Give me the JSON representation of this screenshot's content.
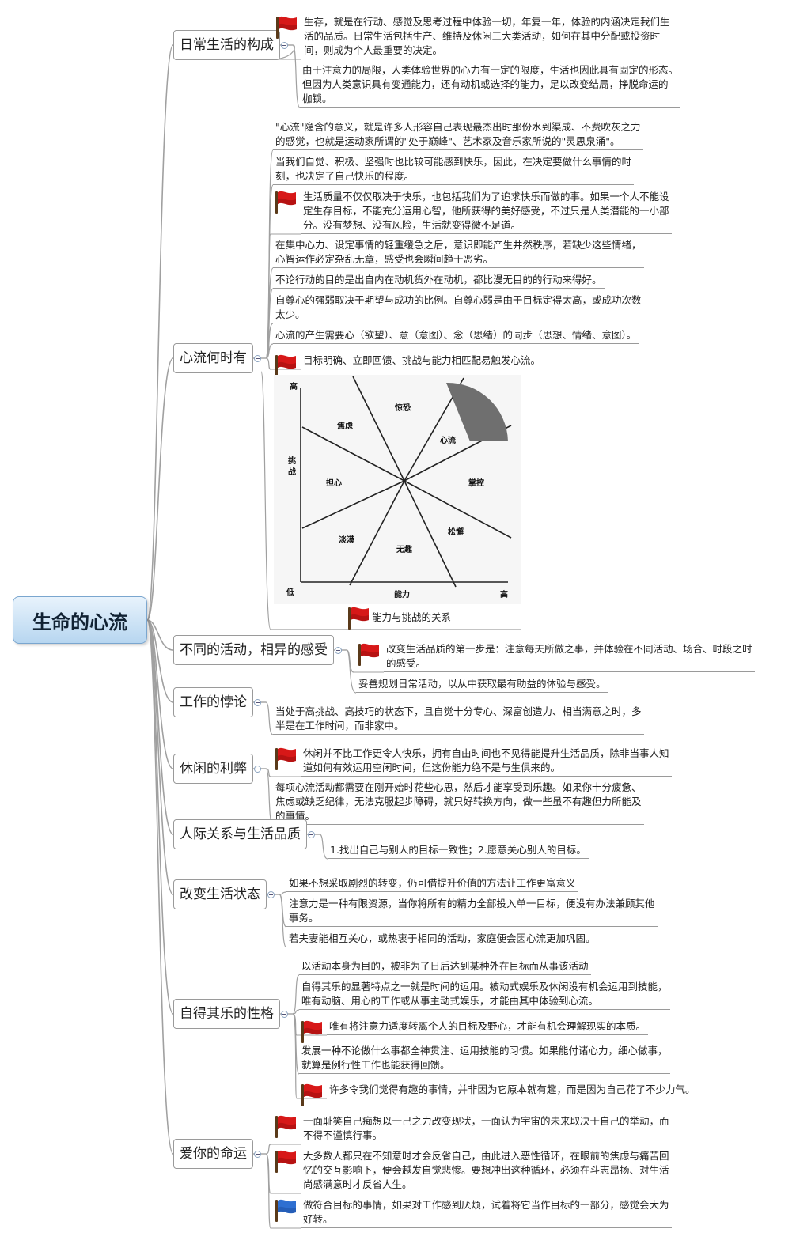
{
  "root": "生命的心流",
  "branches": [
    {
      "title": "日常生活的构成",
      "leaves": [
        {
          "lines": [
            "生存，就是在行动、感觉及思考过程中体验一切，年复一年，体验的内涵决定我们生",
            "活的品质。日常生活包括生产、维持及休闲三大类活动，如何在其中分配或投资时",
            "间，则成为个人最重要的决定。"
          ]
        },
        {
          "lines": [
            "由于注意力的局限，人类体验世界的心力有一定的限度，生活也因此具有固定的形态。",
            "但因为人类意识具有变通能力，还有动机或选择的能力，足以改变结局，挣脱命运的",
            "枷锁。"
          ]
        }
      ]
    },
    {
      "title": "心流何时有",
      "leaves": [
        {
          "lines": [
            "\"心流\"隐含的意义，就是许多人形容自己表现最杰出时那份水到渠成、不费吹灰之力",
            "的感觉，也就是运动家所谓的\"处于巅峰\"、艺术家及音乐家所说的\"灵思泉涌\"。"
          ]
        },
        {
          "lines": [
            "当我们自觉、积极、坚强时也比较可能感到快乐，因此，在决定要做什么事情的时",
            "刻，也决定了自己快乐的程度。"
          ]
        },
        {
          "lines": [
            "生活质量不仅仅取决于快乐，也包括我们为了追求快乐而做的事。如果一个人不能设",
            "定生存目标，不能充分运用心智，他所获得的美好感受，不过只是人类潜能的一小部",
            "分。没有梦想、没有风险，生活就变得微不足道。"
          ]
        },
        {
          "lines": [
            "在集中心力、设定事情的轻重缓急之后，意识即能产生井然秩序，若缺少这些情绪，",
            "心智运作必定杂乱无章，感受也会瞬间趋于恶劣。"
          ]
        },
        {
          "lines": [
            "不论行动的目的是出自内在动机货外在动机，都比漫无目的的行动来得好。"
          ]
        },
        {
          "lines": [
            "自尊心的强弱取决于期望与成功的比例。自尊心弱是由于目标定得太高，或成功次数",
            "太少。"
          ]
        },
        {
          "lines": [
            "心流的产生需要心（欲望）、意（意图）、念（思绪）的同步（思想、情绪、意图）。"
          ]
        },
        {
          "lines": [
            "目标明确、立即回馈、挑战与能力相匹配易触发心流。"
          ]
        }
      ]
    },
    {
      "title": "不同的活动，相异的感受",
      "leaves": [
        {
          "lines": [
            "改变生活品质的第一步是：注意每天所做之事，并体验在不同活动、场合、时段之时",
            "的感受。"
          ]
        },
        {
          "lines": [
            "妥善规划日常活动，以从中获取最有助益的体验与感受。"
          ]
        }
      ]
    },
    {
      "title": "工作的悖论",
      "leaves": [
        {
          "lines": [
            "当处于高挑战、高技巧的状态下，且自觉十分专心、深富创造力、相当满意之时，多",
            "半是在工作时间，而非家中。"
          ]
        }
      ]
    },
    {
      "title": "休闲的利弊",
      "leaves": [
        {
          "lines": [
            "休闲并不比工作更令人快乐，拥有自由时间也不见得能提升生活品质，除非当事人知",
            "道如何有效运用空闲时间，但这份能力绝不是与生俱来的。"
          ]
        },
        {
          "lines": [
            "每项心流活动都需要在刚开始时花些心思，然后才能享受到乐趣。如果你十分疲惫、",
            "焦虑或缺乏纪律，无法克服起步障碍，就只好转换方向，做一些虽不有趣但力所能及",
            "的事情。"
          ]
        }
      ]
    },
    {
      "title": "人际关系与生活品质",
      "leaves": [
        {
          "lines": [
            "1.找出自己与别人的目标一致性；2.愿意关心别人的目标。"
          ]
        }
      ]
    },
    {
      "title": "改变生活状态",
      "leaves": [
        {
          "lines": [
            "如果不想采取剧烈的转变，仍可借提升价值的方法让工作更富意义"
          ]
        },
        {
          "lines": [
            "注意力是一种有限资源，当你将所有的精力全部投入单一目标，便没有办法兼顾其他",
            "事务。"
          ]
        },
        {
          "lines": [
            "若夫妻能相互关心，或热衷于相同的活动，家庭便会因心流更加巩固。"
          ]
        }
      ]
    },
    {
      "title": "自得其乐的性格",
      "leaves": [
        {
          "lines": [
            "以活动本身为目的，被非为了日后达到某种外在目标而从事该活动"
          ]
        },
        {
          "lines": [
            "自得其乐的显著特点之一就是时间的运用。被动式娱乐及休闲没有机会运用到技能，",
            "唯有动脑、用心的工作或从事主动式娱乐，才能由其中体验到心流。"
          ]
        },
        {
          "lines": [
            "唯有将注意力适度转离个人的目标及野心，才能有机会理解现实的本质。"
          ]
        },
        {
          "lines": [
            "发展一种不论做什么事都全神贯注、运用技能的习惯。如果能付诸心力，细心做事，",
            "就算是例行性工作也能获得回馈。"
          ]
        },
        {
          "lines": [
            "许多令我们觉得有趣的事情，并非因为它原本就有趣，而是因为自己花了不少力气。"
          ]
        }
      ]
    },
    {
      "title": "爱你的命运",
      "leaves": [
        {
          "lines": [
            "一面耻笑自己痴想以一己之力改变现状，一面认为宇宙的未来取决于自己的举动，而",
            "不得不谨慎行事。"
          ]
        },
        {
          "lines": [
            "大多数人都只在不知意时才会反省自己，由此进入恶性循环，在眼前的焦虑与痛苦回",
            "忆的交互影响下，便会越发自觉悲惨。要想冲出这种循环，必须在斗志昂扬、对生活",
            "尚感满意时才反省人生。"
          ]
        },
        {
          "lines": [
            "做符合目标的事情，如果对工作感到厌烦，试着将它当作目标的一部分，感觉会大为",
            "好转。"
          ]
        }
      ]
    }
  ],
  "figure": {
    "caption": "能力与挑战的关系",
    "y_axis": "挑战",
    "x_axis": "能力",
    "y_high": "高",
    "origin": "低",
    "x_high": "高",
    "regions": [
      "焦虑",
      "惊恐",
      "心流",
      "担心",
      "掌控",
      "淡漠",
      "无趣",
      "松懈"
    ]
  },
  "colors": {
    "root_fill": "#c7e0f5",
    "flag_red": "#d71818",
    "flag_blue": "#2e6fd1",
    "line": "#a0a0a0"
  }
}
